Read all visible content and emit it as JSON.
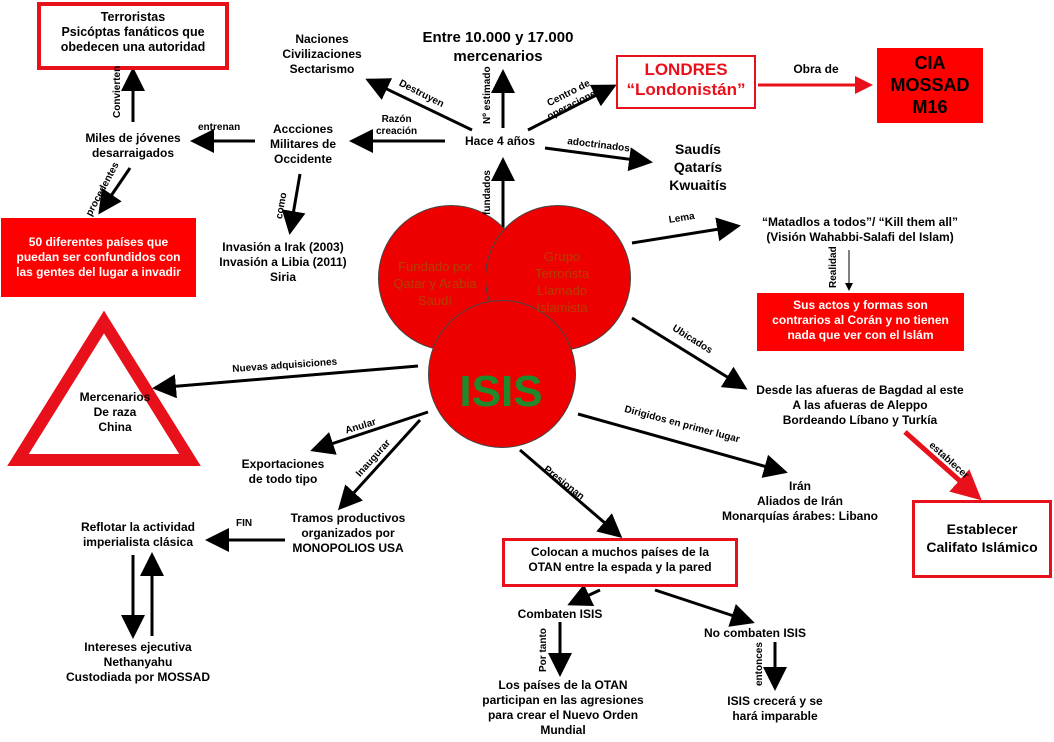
{
  "top_left_box": "Terroristas\nPsicóptas fanáticos que\nobedecen una autoridad",
  "naciones": "Naciones\nCivilizaciones\nSectarismo",
  "mercenarios_count": "Entre 10.000 y 17.000\nmercenarios",
  "londres": "LONDRES\n“Londonistán”",
  "obra_de": "Obra de",
  "cia": "CIA\nMOSSAD\nM16",
  "jovenes": "Miles de jóvenes\ndesarraigados",
  "acciones": "Accciones\nMilitares de\nOccidente",
  "hace": "Hace 4 años",
  "saudis": "Saudís\nQatarís\nKwuaitís",
  "paises_box": "50 diferentes países que\npuedan ser confundidos con\nlas gentes del lugar a invadir",
  "invasion": "Invasión a Irak (2003)\nInvasión a Libia (2011)\nSiria",
  "matadlos": "“Matadlos a todos”/ “Kill them all”\n(Visión Wahabbi-Salafi del Islam)",
  "actos_box": "Sus actos y formas son\ncontrarios al Corán y no tienen\nnada que ver con el Islám",
  "circle_left": "Fundado por\nQatar y Arabia\nSaudí",
  "circle_right": "Grupo\nTerrorista\nLlamado\nIslamista",
  "isis": "ISIS",
  "triangle_text": "Mercenarios\nDe raza\nChina",
  "bagdad": "Desde las afueras de Bagdad al este\nA las afueras de Aleppo\nBordeando Líbano y Turkía",
  "exportaciones": "Exportaciones\nde todo tipo",
  "iran": "Irán\nAliados de Irán\nMonarquías árabes: Libano",
  "califato": "Establecer\nCalifato Islámico",
  "reflotar": "Reflotar la actividad\nimperialista clásica",
  "tramos": "Tramos productivos\norganizados por\nMONOPOLIOS USA",
  "otan_box": "Colocan a muchos países de la\nOTAN entre la espada y la pared",
  "combaten": "Combaten ISIS",
  "no_combaten": "No combaten ISIS",
  "intereses": "Intereses ejecutiva\nNethanyahu\nCustodiada por MOSSAD",
  "paises_otan": "Los países de la OTAN\nparticipan en las agresiones\npara crear el Nuevo Orden\nMundial",
  "imparable": "ISIS crecerá y se\nhará imparable",
  "labels": {
    "convierten": "Convierten",
    "procedentes": "procedentes",
    "entrenan": "entrenan",
    "destruyen": "Destruyen",
    "razon": "Razón\ncreación",
    "estimado": "Nº estimado",
    "centro": "Centro de\noperaciones",
    "adoctrinados": "adoctrinados",
    "como": "como",
    "fundados": "fundados",
    "lema": "Lema",
    "realidad": "Realidad",
    "ubicados": "Ubicados",
    "nuevas": "Nuevas adquisiciones",
    "anular": "Anular",
    "inaugurar": "Inaugurar",
    "dirigidos": "Dirigidos en primer lugar",
    "establecer": "establecer",
    "presionan": "Presionan",
    "fin": "FIN",
    "por_tanto": "Por tanto",
    "entonces": "entonces"
  },
  "colors": {
    "red": "#ff0000",
    "circle_red": "#ee0000",
    "isis_green": "#1f8a2c",
    "circle_text": "#b34000"
  }
}
